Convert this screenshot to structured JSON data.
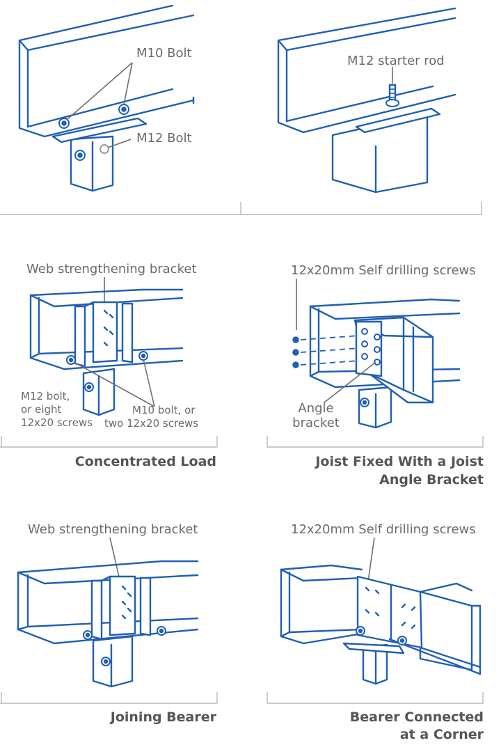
{
  "labels": {
    "m10_bolt": "M10 Bolt",
    "m12_bolt": "M12 Bolt",
    "m12_starter_rod": "M12 starter rod",
    "web_bracket_1": "Web strengthening bracket",
    "self_drilling_1": "12x20mm Self drilling screws",
    "m12_bolt_eight_l1": "M12 bolt,",
    "m12_bolt_eight_l2": "or eight",
    "m12_bolt_eight_l3": "12x20 screws",
    "m10_bolt_two_l1": "M10 bolt, or",
    "m10_bolt_two_l2": "two 12x20 screws",
    "angle_bracket_l1": "Angle",
    "angle_bracket_l2": "bracket",
    "web_bracket_2": "Web strengthening bracket",
    "self_drilling_2": "12x20mm Self drilling screws"
  },
  "captions": {
    "concentrated_load": "Concentrated Load",
    "joist_fixed_l1": "Joist Fixed With a Joist",
    "joist_fixed_l2": "Angle Bracket",
    "joining_bearer": "Joining Bearer",
    "bearer_corner_l1": "Bearer Connected",
    "bearer_corner_l2": "at a  Corner"
  }
}
